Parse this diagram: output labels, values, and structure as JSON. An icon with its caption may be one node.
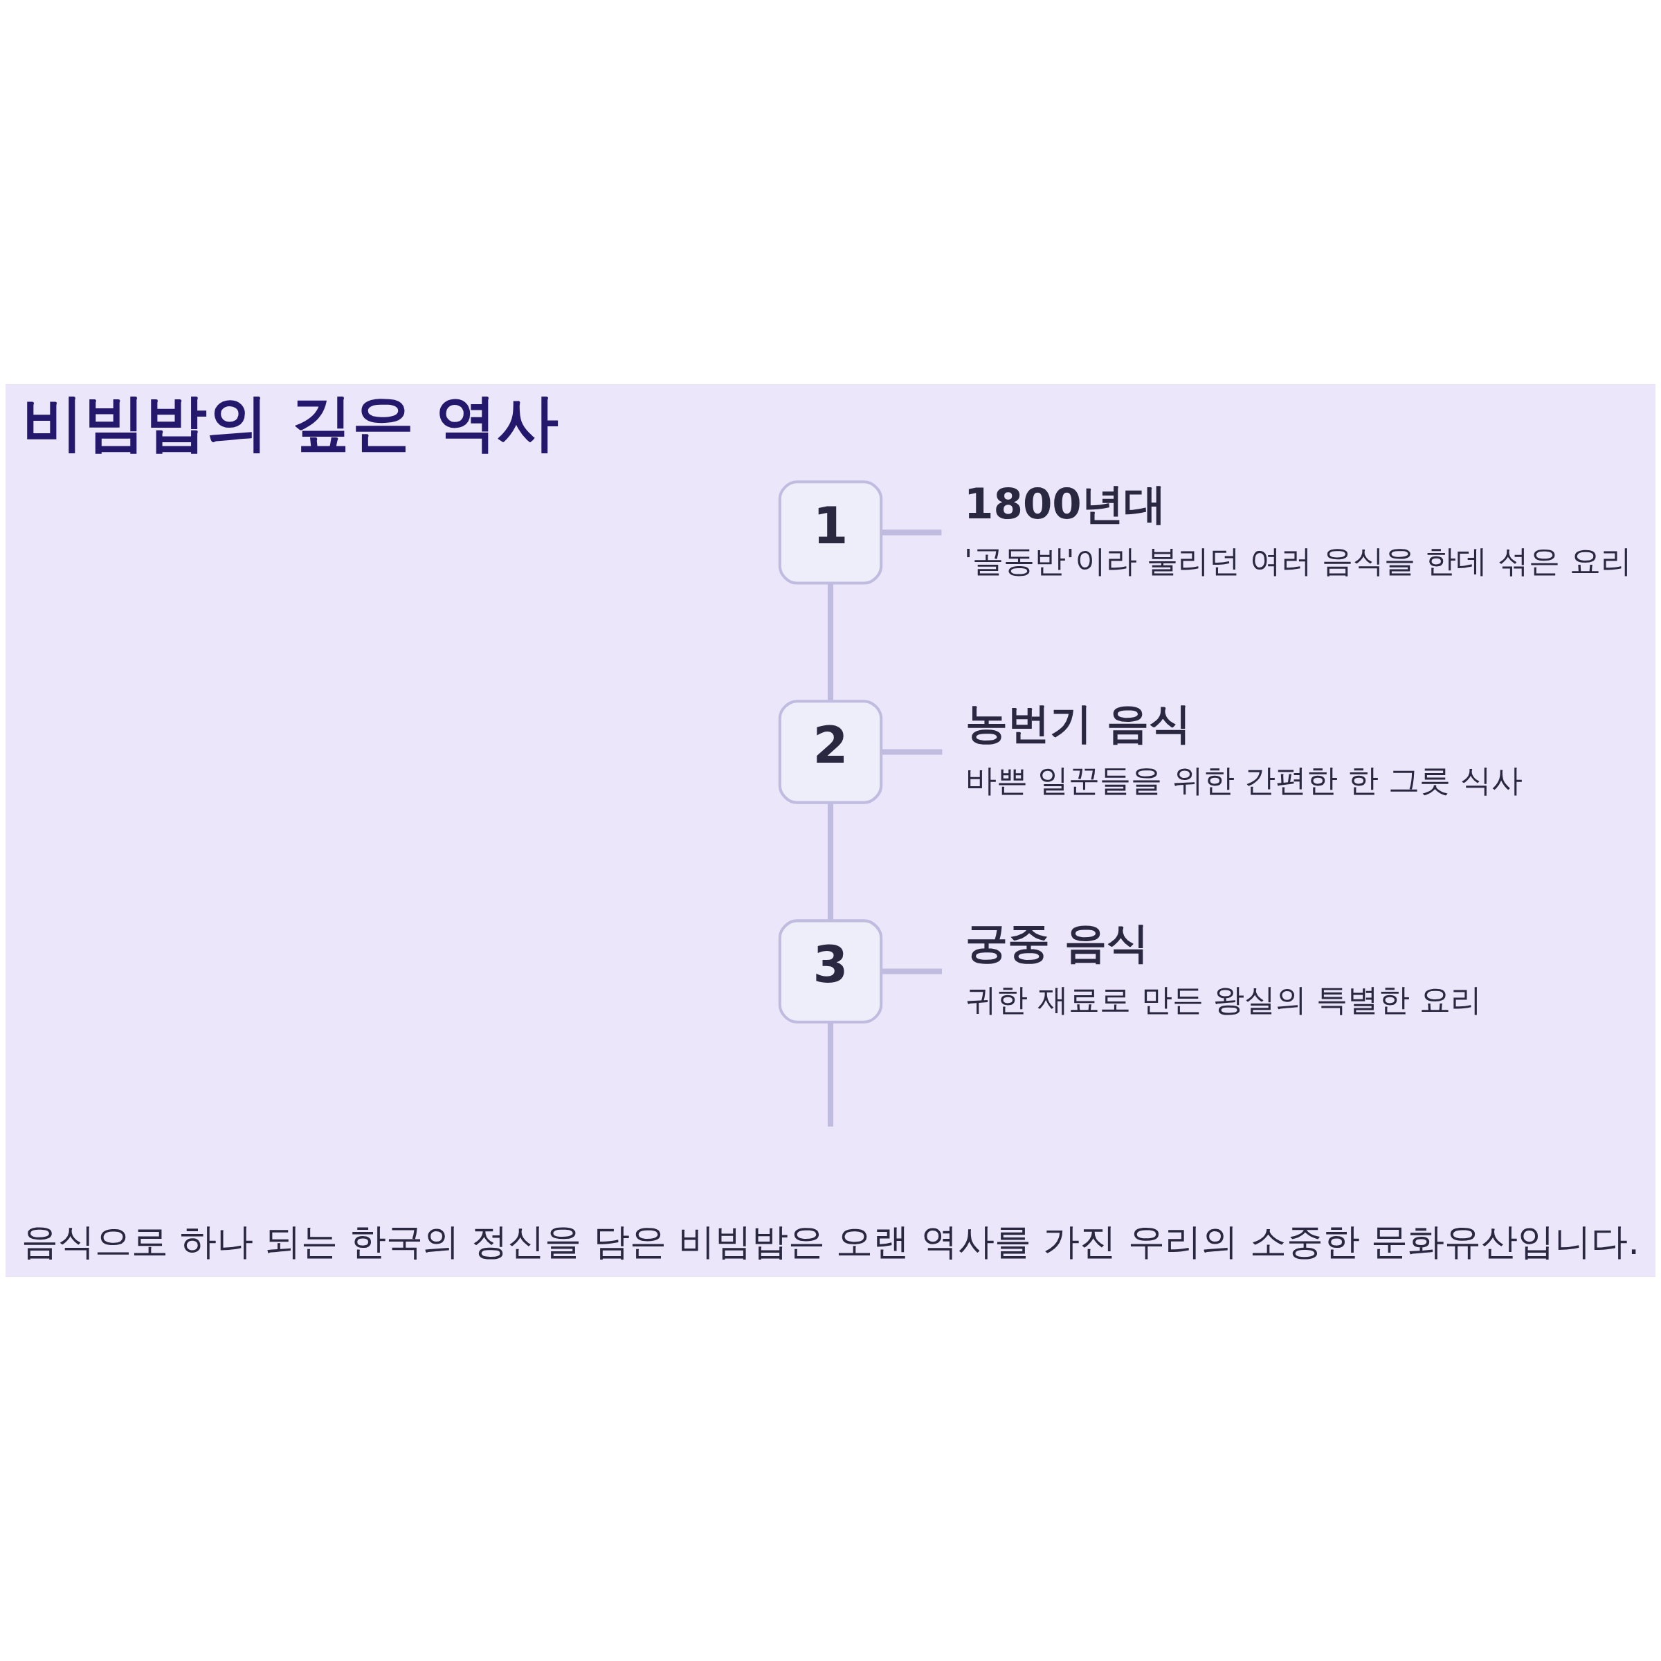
{
  "diagram": {
    "title": "비빔밥의 깊은 역사",
    "caption": "음식으로 하나 되는 한국의 정신을 담은 비빔밥은 오랜 역사를 가진 우리의 소중한 문화유산입니다.",
    "nodes": [
      {
        "text": [
          "1"
        ]
      },
      {
        "text": [
          "1800년대",
          "'골동반'이라 불리던 여러 음식을 한데 섞은 요리"
        ]
      },
      {
        "text": [
          "2"
        ]
      },
      {
        "text": [
          "농번기 음식",
          "바쁜 일꾼들을 위한 간편한 한 그릇 식사"
        ]
      },
      {
        "text": [
          "3"
        ]
      },
      {
        "text": [
          "궁중 음식",
          "귀한 재료로 만든 왕실의 특별한 요리"
        ]
      }
    ],
    "edges": [
      {
        "from": 0,
        "to": 1,
        "arrow": "none"
      },
      {
        "from": 0,
        "to": 2,
        "arrow": "none"
      },
      {
        "from": 2,
        "to": 3,
        "arrow": "none"
      },
      {
        "from": 2,
        "to": 4,
        "arrow": "none"
      },
      {
        "from": 4,
        "to": 5,
        "arrow": "none"
      },
      {
        "from": 4,
        "to": null,
        "arrow": "none"
      }
    ]
  }
}
